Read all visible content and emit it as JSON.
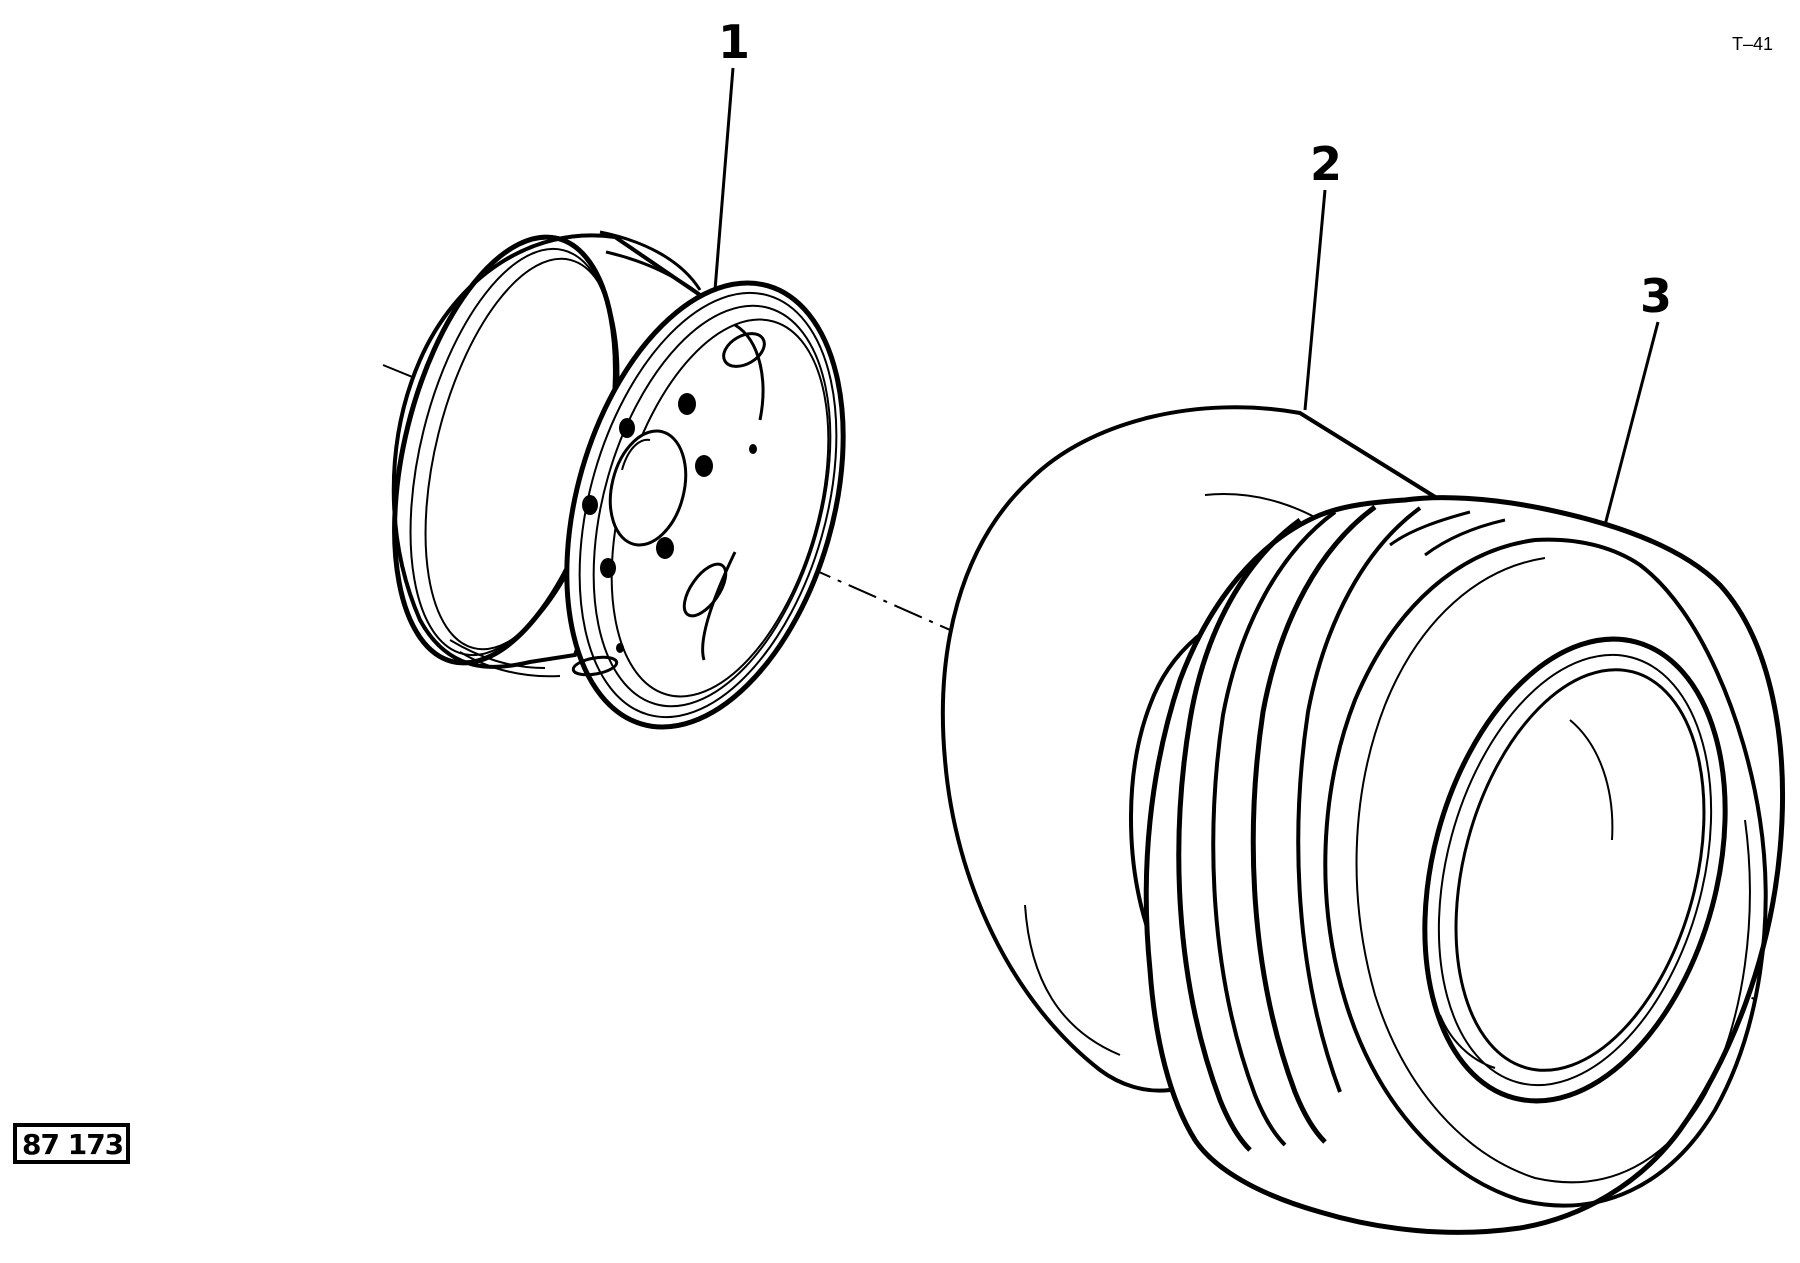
{
  "page_code": "T–41",
  "figure_number": "87 173",
  "callouts": {
    "rim": "1",
    "tube": "2",
    "tyre": "3"
  },
  "colors": {
    "ink": "#000000",
    "paper": "#ffffff"
  }
}
